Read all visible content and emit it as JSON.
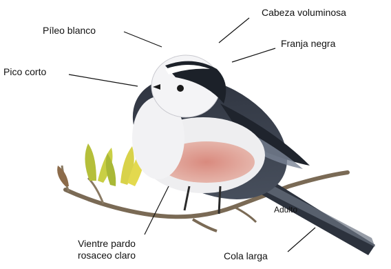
{
  "diagram": {
    "labels": {
      "crown": "Píleo blanco",
      "head": "Cabeza voluminosa",
      "stripe": "Franja negra",
      "beak": "Pico corto",
      "belly_line1": "Vientre pardo",
      "belly_line2": "rosaceo claro",
      "age": "Adulto",
      "tail": "Cola larga"
    }
  }
}
